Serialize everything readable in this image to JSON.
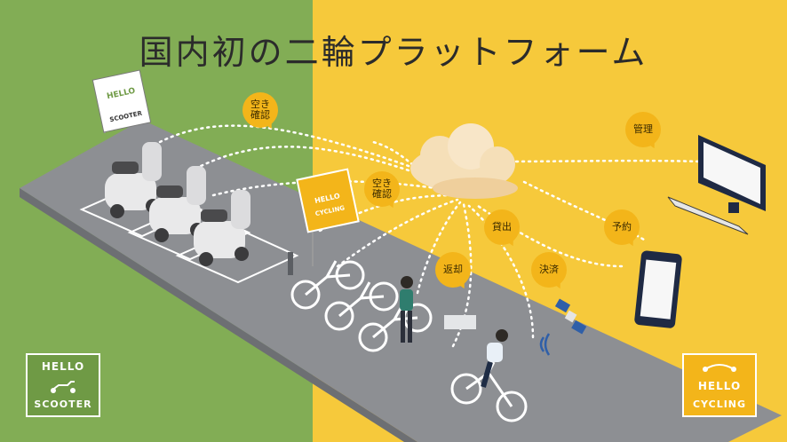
{
  "title": "国内初の二輪プラットフォーム",
  "colors": {
    "left_bg": "#82ad55",
    "right_bg": "#f6c93b",
    "bubble": "#f3b51a",
    "road": "#8d8f93"
  },
  "bubbles": [
    {
      "id": "availability-check-scooter",
      "line1": "空き",
      "line2": "確認"
    },
    {
      "id": "availability-check-bike",
      "line1": "空き",
      "line2": "確認"
    },
    {
      "id": "management",
      "line1": "管理",
      "line2": ""
    },
    {
      "id": "rental",
      "line1": "貸出",
      "line2": ""
    },
    {
      "id": "reservation",
      "line1": "予約",
      "line2": ""
    },
    {
      "id": "return",
      "line1": "返却",
      "line2": ""
    },
    {
      "id": "payment",
      "line1": "決済",
      "line2": ""
    }
  ],
  "signs": {
    "scooter": {
      "line1": "HELLO",
      "line2": "SCOOTER"
    },
    "cycling": {
      "line1": "HELLO",
      "line2": "CYCLING"
    }
  },
  "logos": {
    "scooter": {
      "line1": "HELLO",
      "line2": "SCOOTER"
    },
    "cycling": {
      "line1": "HELLO",
      "line2": "CYCLING"
    }
  },
  "icons": [
    "cloud-icon",
    "desktop-computer-icon",
    "smartphone-icon",
    "satellite-icon",
    "wifi-signal-icon"
  ]
}
